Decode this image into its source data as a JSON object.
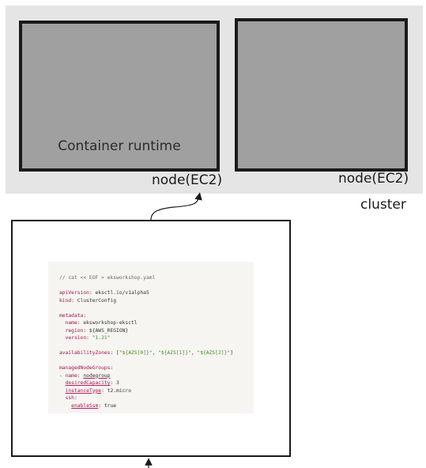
{
  "diagram": {
    "cluster_label": "cluster",
    "nodes": [
      {
        "label": "node(EC2)",
        "inner_label": "Container runtime"
      },
      {
        "label": "node(EC2)",
        "inner_label": ""
      }
    ]
  },
  "code": {
    "lines": [
      {
        "parts": [
          {
            "t": "// cat << EOF > eksworkshop.yaml",
            "c": "c"
          }
        ]
      },
      {
        "parts": []
      },
      {
        "parts": [
          {
            "t": "apiVersion",
            "c": "k"
          },
          {
            "t": ": eksctl.io/v1alpha5",
            "c": ""
          }
        ]
      },
      {
        "parts": [
          {
            "t": "kind",
            "c": "k"
          },
          {
            "t": ": ClusterConfig",
            "c": ""
          }
        ]
      },
      {
        "parts": []
      },
      {
        "parts": [
          {
            "t": "metadata",
            "c": "k"
          },
          {
            "t": ":",
            "c": ""
          }
        ]
      },
      {
        "parts": [
          {
            "t": "  name",
            "c": "k"
          },
          {
            "t": ": eksworkshop-eksctl",
            "c": ""
          }
        ]
      },
      {
        "parts": [
          {
            "t": "  region",
            "c": "k"
          },
          {
            "t": ": ${AWS_REGION}",
            "c": ""
          }
        ]
      },
      {
        "parts": [
          {
            "t": "  version",
            "c": "k"
          },
          {
            "t": ": ",
            "c": ""
          },
          {
            "t": "\"1.21\"",
            "c": "s"
          }
        ]
      },
      {
        "parts": []
      },
      {
        "parts": [
          {
            "t": "availabilityZones",
            "c": "k"
          },
          {
            "t": ": [",
            "c": ""
          },
          {
            "t": "\"${AZS[0]}\"",
            "c": "s"
          },
          {
            "t": ", ",
            "c": ""
          },
          {
            "t": "\"${AZS[1]}\"",
            "c": "s"
          },
          {
            "t": ", ",
            "c": ""
          },
          {
            "t": "\"${AZS[2]}\"",
            "c": "s"
          },
          {
            "t": "]",
            "c": ""
          }
        ]
      },
      {
        "parts": []
      },
      {
        "parts": [
          {
            "t": "managedNodeGroups",
            "c": "k"
          },
          {
            "t": ":",
            "c": ""
          }
        ]
      },
      {
        "parts": [
          {
            "t": "- ",
            "c": ""
          },
          {
            "t": "name",
            "c": "k"
          },
          {
            "t": ": ",
            "c": ""
          },
          {
            "t": "nodegroup",
            "c": "u"
          }
        ]
      },
      {
        "parts": [
          {
            "t": "  ",
            "c": ""
          },
          {
            "t": "desiredCapacity",
            "c": "k u"
          },
          {
            "t": ": 3",
            "c": ""
          }
        ]
      },
      {
        "parts": [
          {
            "t": "  ",
            "c": ""
          },
          {
            "t": "instanceType",
            "c": "k u"
          },
          {
            "t": ": t2.micro",
            "c": ""
          }
        ]
      },
      {
        "parts": [
          {
            "t": "  ssh",
            "c": "k"
          },
          {
            "t": ":",
            "c": ""
          }
        ]
      },
      {
        "parts": [
          {
            "t": "    ",
            "c": ""
          },
          {
            "t": "enableSsm",
            "c": "k u"
          },
          {
            "t": ": true",
            "c": ""
          }
        ]
      }
    ]
  }
}
